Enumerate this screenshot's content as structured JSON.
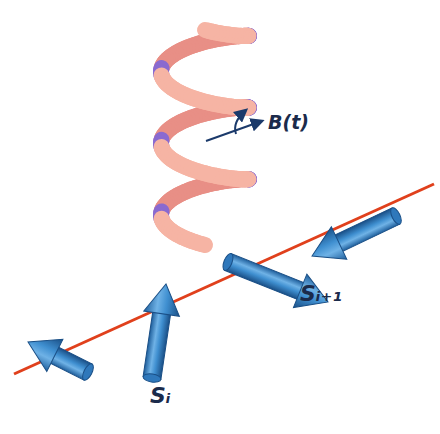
{
  "diagram": {
    "labels": [
      "B(t)",
      "Sᵢ",
      "Sᵢ₊₁"
    ]
  }
}
